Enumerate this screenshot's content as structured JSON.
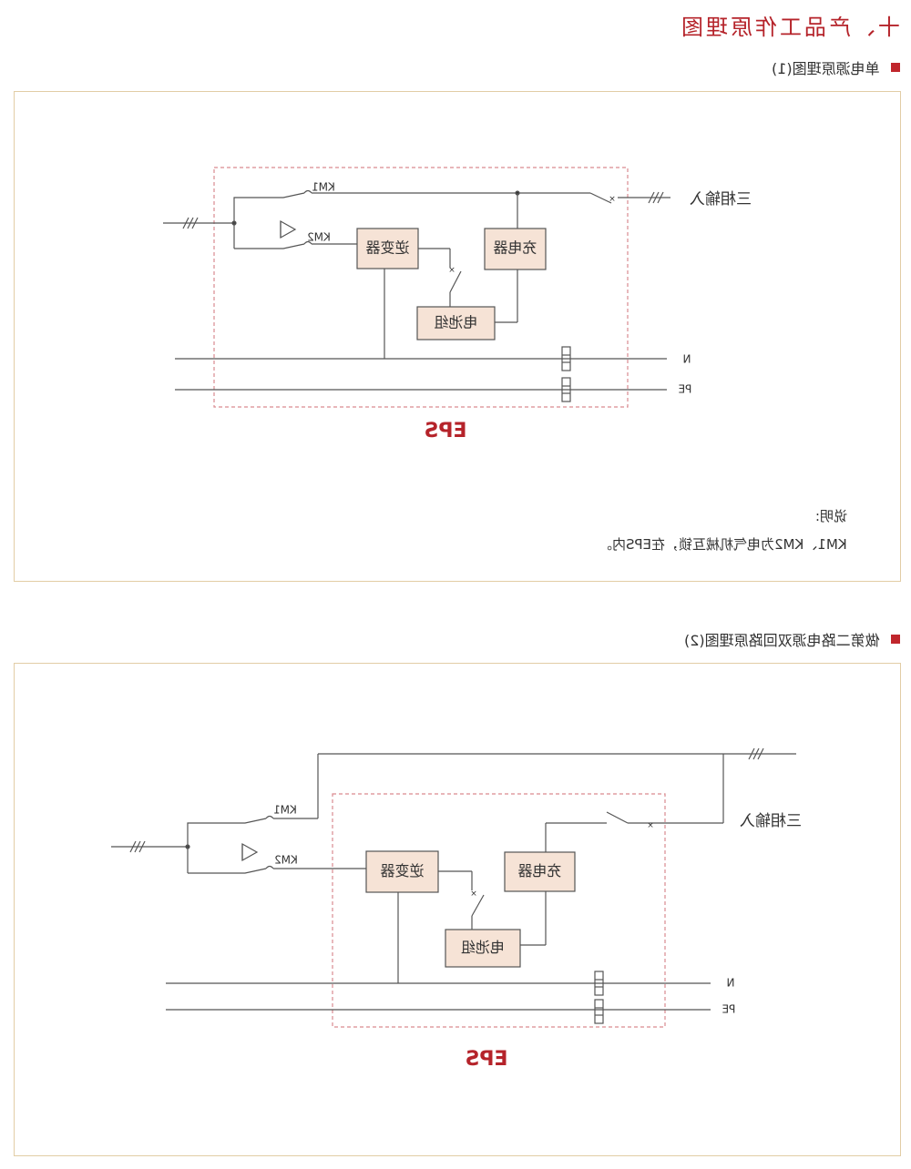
{
  "heading": "十、产品工作原理图",
  "section1": {
    "title": "单电源原理图(1)",
    "labels": {
      "km1": "KM1",
      "km2": "KM2",
      "inverter": "逆变器",
      "charger": "充电器",
      "battery": "电池组",
      "three_phase_input": "三相输入",
      "n": "N",
      "pe": "PE",
      "eps": "EPS"
    },
    "note_title": "说明:",
    "note_text": "KM1、KM2为电气机械互锁，在EPS内。"
  },
  "section2": {
    "title": "做第二路电源双回路原理图(2)",
    "labels": {
      "km1": "KM1",
      "km2": "KM2",
      "inverter": "逆变器",
      "charger": "充电器",
      "battery": "电池组",
      "three_phase_input": "三相输入",
      "n": "N",
      "pe": "PE",
      "eps": "EPS"
    }
  },
  "colors": {
    "accent": "#b5232a",
    "box_fill": "#f6e3d6",
    "panel_border": "#e2cda5",
    "dashed_border": "#d98a8f"
  }
}
